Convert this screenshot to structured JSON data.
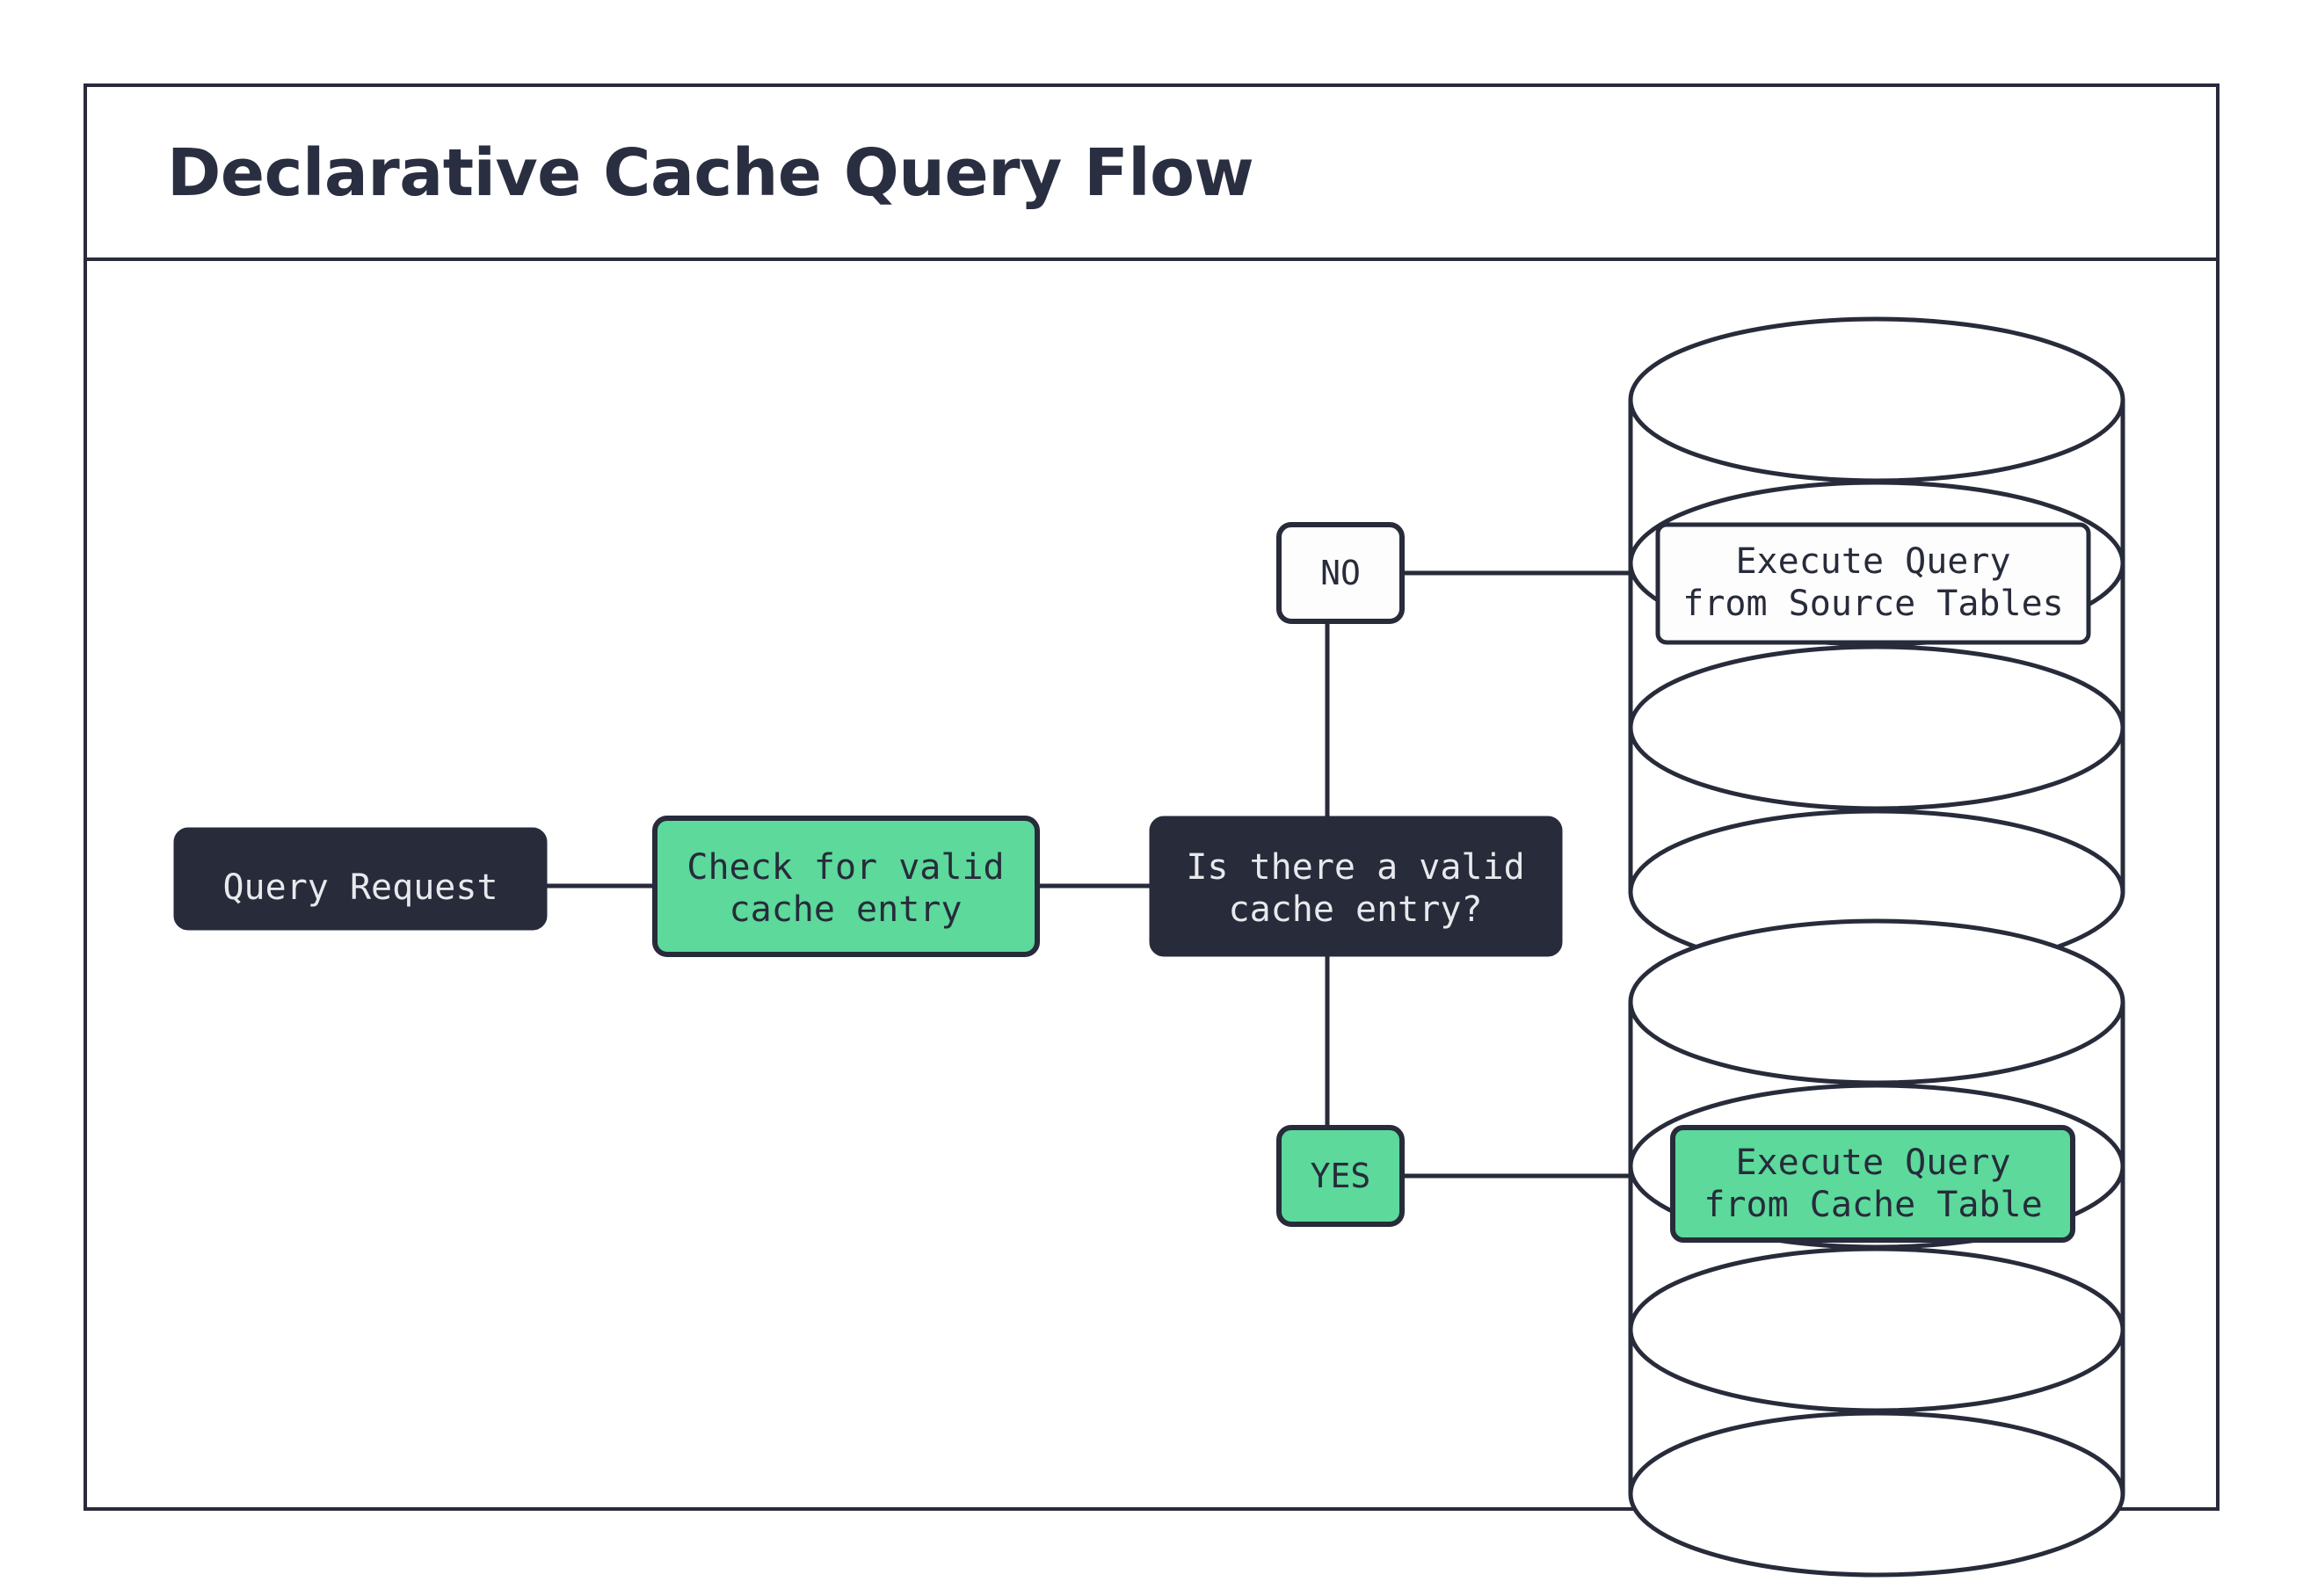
{
  "page": {
    "title": "Declarative Cache Query Flow",
    "background": "#ffffff",
    "frame_border_color": "#272B3A"
  },
  "theme": {
    "dark": "#272B3A",
    "green": "#5CD99B",
    "white": "#FDFDFD",
    "light_text": "#E8E9ED"
  },
  "flow": {
    "nodes": [
      {
        "id": "query-request",
        "label": "Query Request",
        "style": "dark",
        "shape": "rounded-rect"
      },
      {
        "id": "check-cache",
        "label_line1": "Check for valid",
        "label_line2": "cache entry",
        "style": "green",
        "shape": "rounded-rect"
      },
      {
        "id": "decision-valid-cache",
        "label_line1": "Is there a valid",
        "label_line2": "cache entry?",
        "style": "dark",
        "shape": "rounded-rect"
      },
      {
        "id": "execute-source",
        "label_line1": "Execute Query",
        "label_line2": "from Source Tables",
        "style": "white",
        "shape": "database-cylinder"
      },
      {
        "id": "execute-cache",
        "label_line1": "Execute Query",
        "label_line2": "from Cache Table",
        "style": "green",
        "shape": "database-cylinder"
      }
    ],
    "edge_labels": [
      {
        "id": "branch-no",
        "label": "NO",
        "style": "white"
      },
      {
        "id": "branch-yes",
        "label": "YES",
        "style": "green"
      }
    ]
  }
}
